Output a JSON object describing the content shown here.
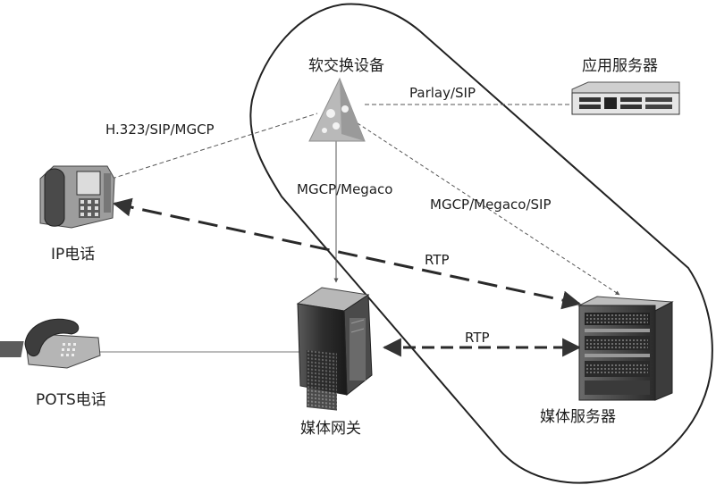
{
  "nodes": {
    "softswitch": "软交换设备",
    "app_server": "应用服务器",
    "ip_phone": "IP电话",
    "pots_phone": "POTS电话",
    "media_gateway": "媒体网关",
    "media_server": "媒体服务器"
  },
  "links": {
    "parlay_sip": "Parlay/SIP",
    "h323": "H.323/SIP/MGCP",
    "mgcp_megaco": "MGCP/Megaco",
    "mgcp_megaco_sip": "MGCP/Megaco/SIP",
    "rtp_upper": "RTP",
    "rtp_lower": "RTP"
  },
  "colors": {
    "line": "#555555",
    "device_dark": "#3a3a3a",
    "device_mid": "#8a8a8a",
    "device_light": "#d0d0d0"
  }
}
